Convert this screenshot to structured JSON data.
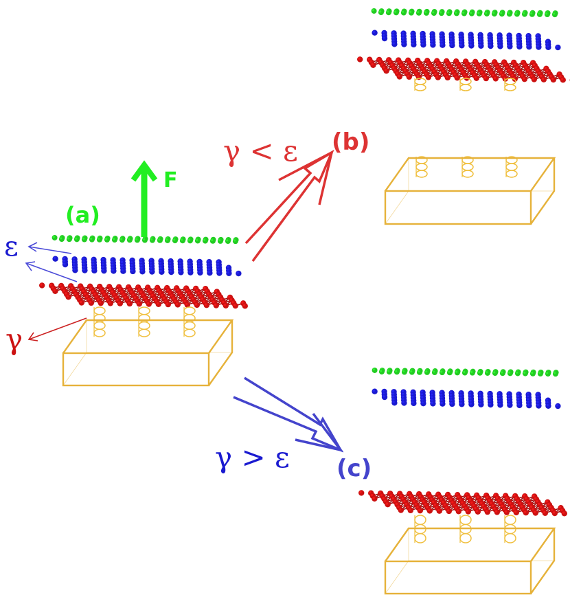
{
  "labels": {
    "panel_a": "(a)",
    "panel_b": "(b)",
    "panel_c": "(c)",
    "force": "F",
    "epsilon": "ε",
    "gamma": "γ",
    "condition_b": "γ < ε",
    "condition_c": "γ > ε"
  },
  "colors": {
    "top_layer": "#22cc22",
    "middle_layer": "#1a1ad0",
    "bottom_layer": "#cc1111",
    "substrate": "#e6b23a",
    "spring": "#f0c040",
    "force_arrow": "#22ee22",
    "arrow_b": "#dd3333",
    "arrow_c": "#4444cc",
    "epsilon_text": "#1a1ad0",
    "gamma_text": "#cc1111"
  }
}
